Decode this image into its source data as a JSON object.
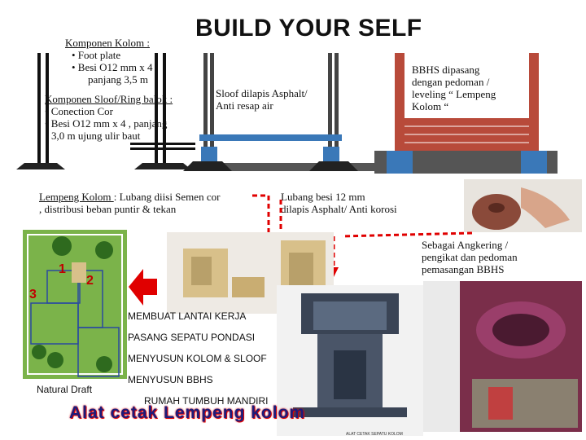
{
  "title": "BUILD YOUR SELF",
  "komponen_kolom": {
    "heading": "Komponen Kolom :",
    "items": [
      "• Foot plate",
      "• Besi  O12 mm x 4",
      "panjang 3,5  m"
    ]
  },
  "komponen_sloof": {
    "heading": "Komponen Sloof/Ring balok :",
    "items": [
      "• Conection Cor",
      "• Besi  O12 mm x 4 ,  panjang",
      "3,0 m ujung ulir baut"
    ]
  },
  "sloof_note": [
    "Sloof dilapis Asphalt/",
    "Anti resap air"
  ],
  "bbhs_note": [
    "BBHS dipasang",
    "dengan pedoman /",
    "leveling “ Lempeng",
    "Kolom “"
  ],
  "lempeng_note": {
    "heading": "Lempeng Kolom ",
    "text": ": Lubang diisi Semen cor",
    "line2": ", distribusi beban puntir & tekan"
  },
  "lubang_note": [
    "Lubang besi 12 mm",
    "dilapis Asphalt/ Anti korosi"
  ],
  "angkering_note": [
    "Sebagai Angkering /",
    "pengikat dan pedoman",
    "pemasangan BBHS"
  ],
  "draft": {
    "labels": [
      "1",
      "2",
      "3"
    ],
    "caption": "Natural Draft"
  },
  "steps": [
    "MEMBUAT LANTAI KERJA",
    "PASANG SEPATU PONDASI",
    "MENYUSUN KOLOM & SLOOF",
    "MENYUSUN BBHS",
    "RUMAH TUMBUH MANDIRI"
  ],
  "footer_title": "Alat cetak Lempeng kolom",
  "photo_caption": "ALAT CETAK SEPATU KOLOM",
  "colors": {
    "accent_red": "#e00000",
    "brick": "#b84a3a",
    "grass": "#7bb34a",
    "mold": "#d8c08a",
    "footer_text": "#1c1c7a"
  }
}
